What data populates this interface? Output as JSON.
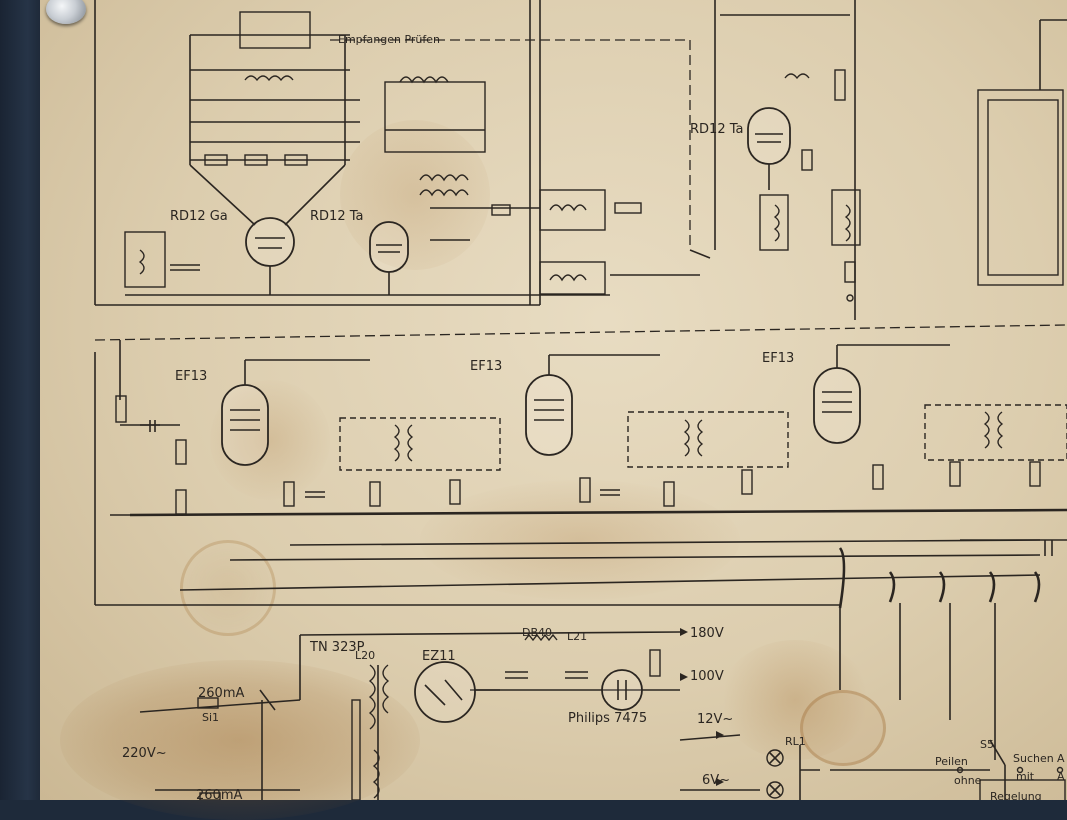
{
  "page": {
    "binding_color": "#1e2a3a",
    "paper_color": "#dccdae",
    "ink_color": "#2b2621",
    "stain_color": "#a06a2c"
  },
  "top_section": {
    "mode_label": "Empfangen Prüfen",
    "tubes": [
      "RD12 Ga",
      "RD12 Ta",
      "RD12 Ta"
    ]
  },
  "if_section": {
    "tubes": [
      "EF13",
      "EF13",
      "EF13"
    ]
  },
  "power_section": {
    "fuse_rating_a": "260mA",
    "fuse_rating_b": "260mA",
    "fuse_name": "Si1",
    "mains": "220V~",
    "transformer": "TN 323P",
    "transformer_ref": "L20",
    "rectifier": "EZ11",
    "choke": "DB40",
    "choke_ref": "L21",
    "stabilizer": "Philips 7475",
    "rail_180": "180V",
    "rail_100": "100V",
    "rail_12": "12V~",
    "rail_6": "6V~"
  },
  "switch_section": {
    "switch_ref": "S5",
    "relay_ref": "RL1",
    "pos_a_top": "Peilen",
    "pos_a_bottom": "ohne",
    "pos_b_top": "Suchen",
    "pos_b_bottom": "mit",
    "pos_c_top": "A",
    "pos_c_bottom": "A",
    "control_label": "Regelung"
  }
}
